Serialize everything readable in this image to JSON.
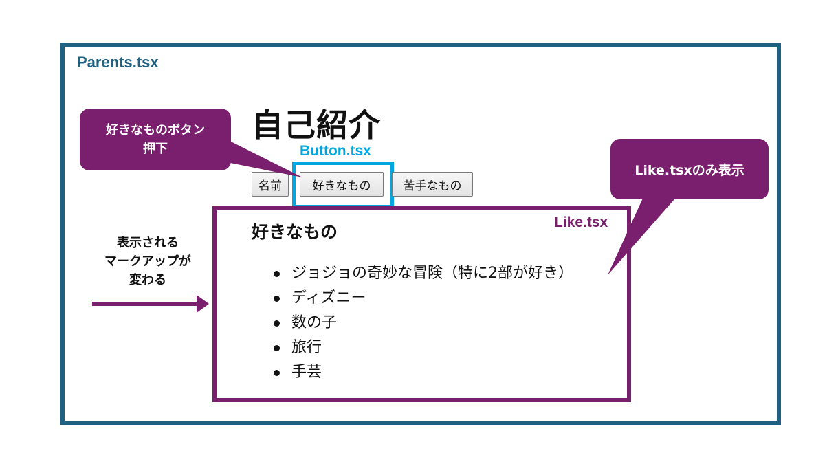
{
  "parents": {
    "label": "Parents.tsx"
  },
  "page_title": "自己紹介",
  "button_component": {
    "label": "Button.tsx"
  },
  "buttons": [
    {
      "label": "名前"
    },
    {
      "label": "好きなもの"
    },
    {
      "label": "苦手なもの"
    }
  ],
  "like_component": {
    "label": "Like.tsx",
    "heading": "好きなもの",
    "items": [
      "ジョジョの奇妙な冒険（特に2部が好き）",
      "ディズニー",
      "数の子",
      "旅行",
      "手芸"
    ]
  },
  "callouts": {
    "like_press": {
      "line1": "好きなものボタン",
      "line2": "押下"
    },
    "like_only": "Like.tsxのみ表示"
  },
  "markup_note": {
    "line1": "表示される",
    "line2": "マークアップが",
    "line3": "変わる"
  },
  "colors": {
    "parents_frame": "#1e6180",
    "button_highlight": "#00a7e1",
    "accent_purple": "#7a1f6e"
  }
}
